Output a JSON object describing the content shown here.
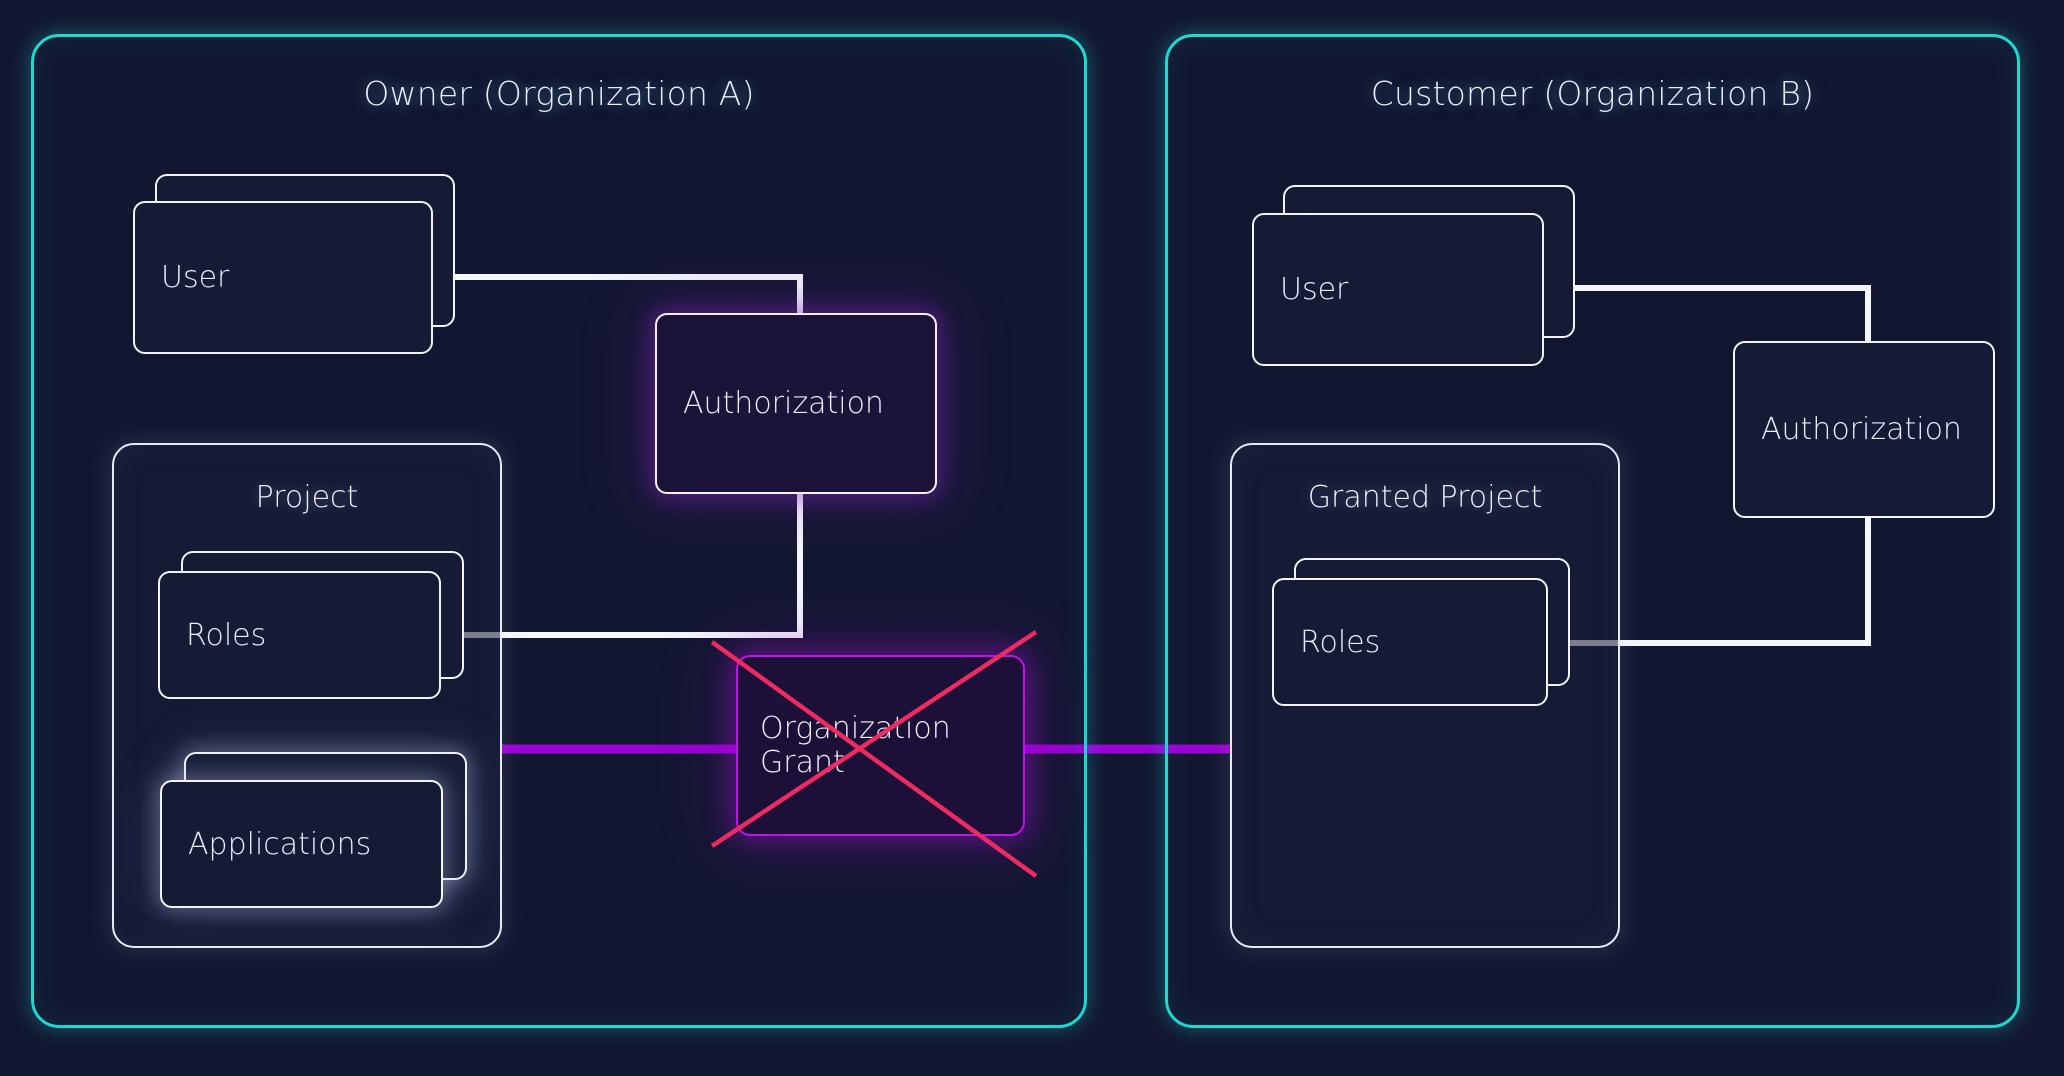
{
  "diagram": {
    "title": "Organization grant authorization model",
    "background_color": "#121731",
    "panel_border_color": "#1fd8cf",
    "node_border_color": "#f2f4fa",
    "accent_purple": "#9b00d4",
    "grant_border_color": "#c013e8",
    "strike_color": "#ee2a63"
  },
  "panels": [
    {
      "id": "owner",
      "title": "Owner (Organization A)",
      "nodes": {
        "user": "User",
        "authorization": "Authorization",
        "project_group": "Project",
        "roles": "Roles",
        "applications": "Applications"
      }
    },
    {
      "id": "customer",
      "title": "Customer (Organization B)",
      "nodes": {
        "user": "User",
        "authorization": "Authorization",
        "project_group": "Granted Project",
        "roles": "Roles"
      }
    }
  ],
  "center": {
    "grant_label": "Organization\nGrant",
    "grant_struck_out": true
  }
}
